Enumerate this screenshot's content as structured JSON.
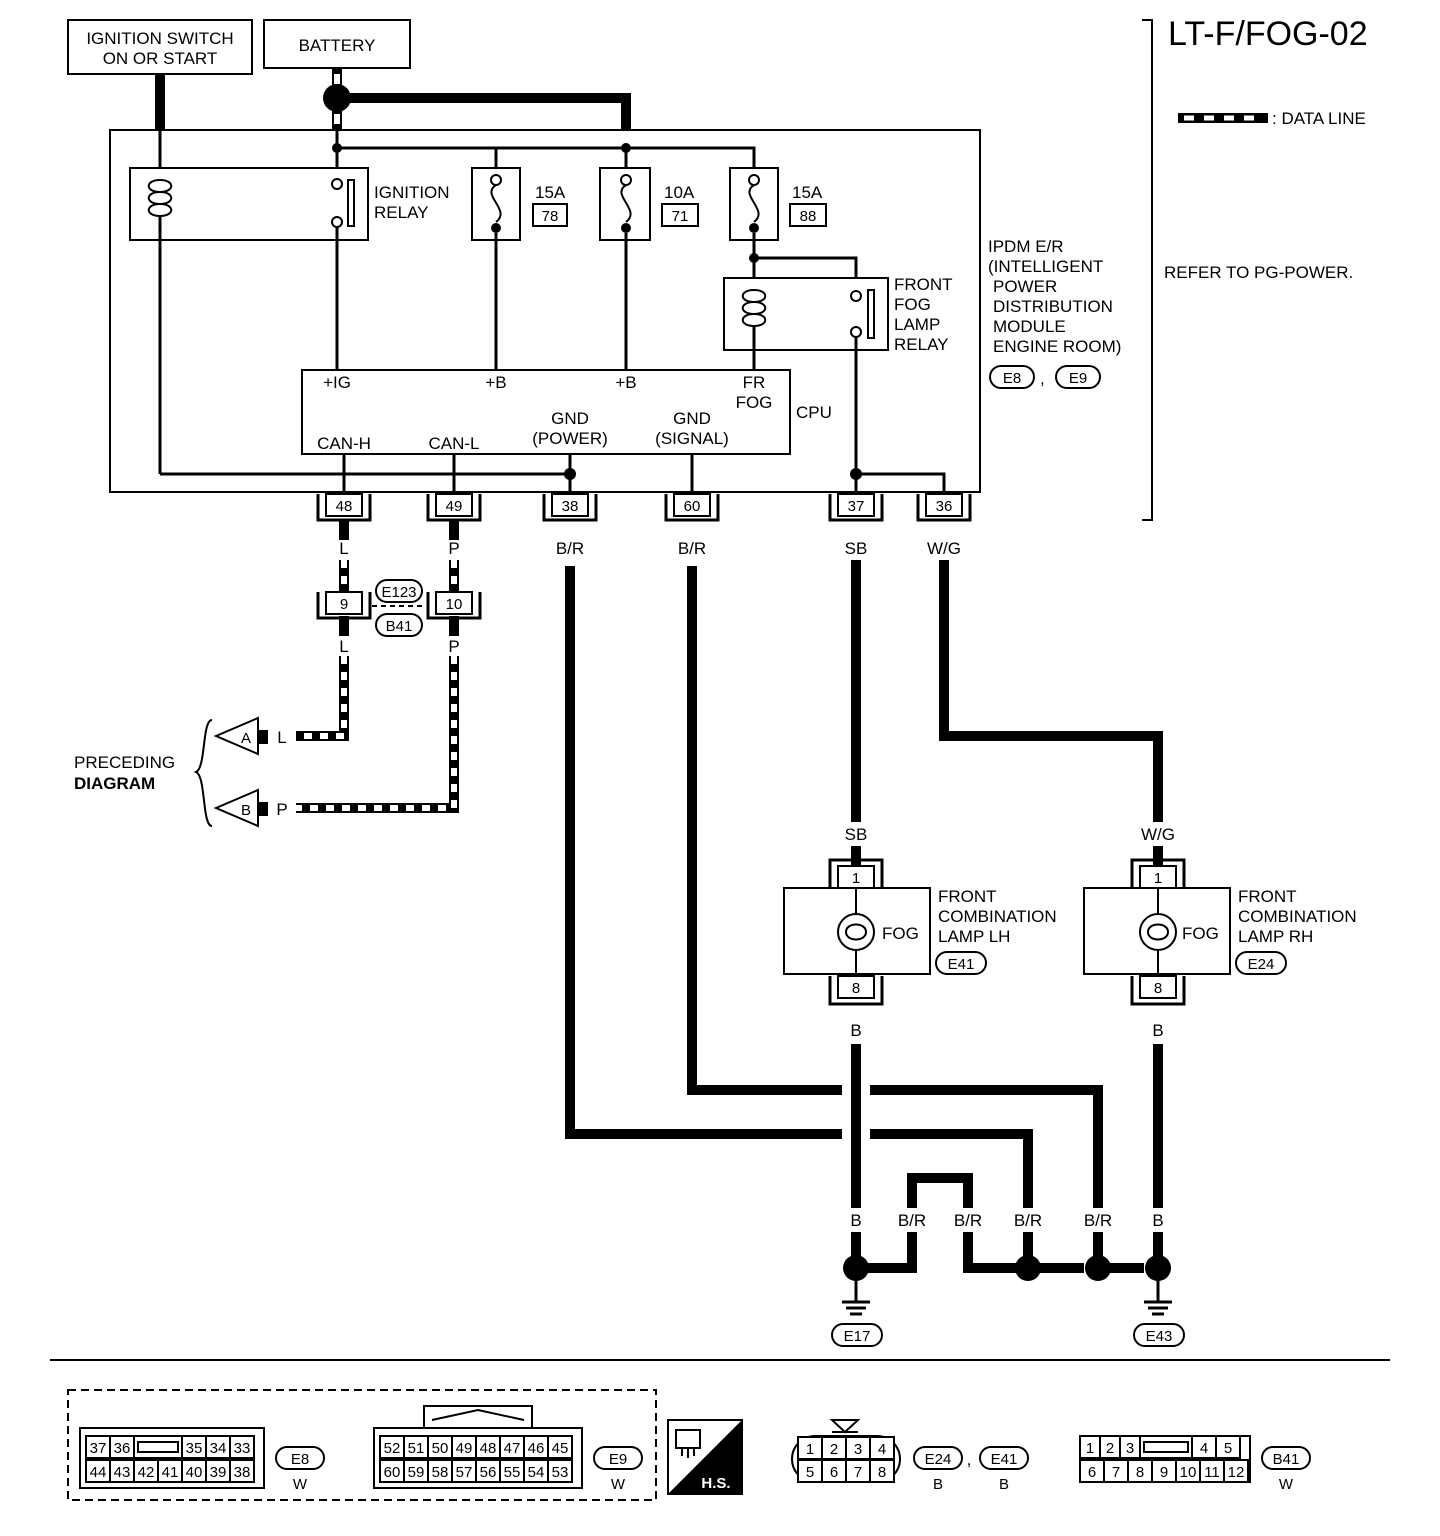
{
  "title": "LT-F/FOG-02",
  "legend": {
    "data_line": ": DATA LINE"
  },
  "refer": "REFER TO PG-POWER.",
  "supplies": {
    "ignition_switch_1": "IGNITION SWITCH",
    "ignition_switch_2": "ON OR START",
    "battery": "BATTERY"
  },
  "ipdm": {
    "line1": "IPDM E/R",
    "line2": "(INTELLIGENT",
    "line3": "POWER",
    "line4": "DISTRIBUTION",
    "line5": "MODULE",
    "line6": "ENGINE ROOM)",
    "conn1": "E8",
    "conn2": "E9",
    "sep": ","
  },
  "ignition_relay": {
    "line1": "IGNITION",
    "line2": "RELAY"
  },
  "fuses": [
    {
      "rating": "15A",
      "number": "78"
    },
    {
      "rating": "10A",
      "number": "71"
    },
    {
      "rating": "15A",
      "number": "88"
    }
  ],
  "fog_relay": {
    "line1": "FRONT",
    "line2": "FOG",
    "line3": "LAMP",
    "line4": "RELAY"
  },
  "cpu": {
    "label": "CPU",
    "ig": "+IG",
    "b1": "+B",
    "b2": "+B",
    "fr_fog_1": "FR",
    "fr_fog_2": "FOG",
    "gnd_power_1": "GND",
    "gnd_power_2": "(POWER)",
    "gnd_signal_1": "GND",
    "gnd_signal_2": "(SIGNAL)",
    "can_h": "CAN-H",
    "can_l": "CAN-L"
  },
  "ipdm_pins": [
    "48",
    "49",
    "38",
    "60",
    "37",
    "36"
  ],
  "wire_colors": {
    "w48": "L",
    "w49": "P",
    "w38": "B/R",
    "w60": "B/R",
    "w37": "SB",
    "w36": "W/G",
    "lower_l": "L",
    "lower_p": "P",
    "sb_lamp": "SB",
    "wg_lamp": "W/G",
    "b_lh": "B",
    "b_rh": "B",
    "ground": [
      "B",
      "B/R",
      "B/R",
      "B/R",
      "B/R",
      "B"
    ]
  },
  "joint_connector": {
    "pin_l": "9",
    "pin_p": "10",
    "conn1": "E123",
    "conn2": "B41"
  },
  "preceding": {
    "line1": "PRECEDING",
    "line2": "DIAGRAM",
    "a": "A",
    "b": "B",
    "wire_a": "L",
    "wire_b": "P"
  },
  "lamp_lh": {
    "pin_top": "1",
    "pin_bottom": "8",
    "fog": "FOG",
    "line1": "FRONT",
    "line2": "COMBINATION",
    "line3": "LAMP LH",
    "conn": "E41"
  },
  "lamp_rh": {
    "pin_top": "1",
    "pin_bottom": "8",
    "fog": "FOG",
    "line1": "FRONT",
    "line2": "COMBINATION",
    "line3": "LAMP RH",
    "conn": "E24"
  },
  "grounds": [
    "E17",
    "E43"
  ],
  "connector_views": {
    "e8": {
      "top": [
        "37",
        "36",
        "",
        "35",
        "34",
        "33"
      ],
      "bottom": [
        "44",
        "43",
        "42",
        "41",
        "40",
        "39",
        "38"
      ],
      "name": "E8",
      "color": "W"
    },
    "e9": {
      "top": [
        "52",
        "51",
        "50",
        "49",
        "48",
        "47",
        "46",
        "45"
      ],
      "bottom": [
        "60",
        "59",
        "58",
        "57",
        "56",
        "55",
        "54",
        "53"
      ],
      "name": "E9",
      "color": "W"
    },
    "hs": "H.S.",
    "e24": {
      "top": [
        "1",
        "2",
        "3",
        "4"
      ],
      "bottom": [
        "5",
        "6",
        "7",
        "8"
      ],
      "name1": "E24",
      "color1": "B",
      "name2": "E41",
      "color2": "B",
      "sep": ","
    },
    "b41": {
      "top": [
        "1",
        "2",
        "3",
        "",
        "4",
        "5"
      ],
      "bottom": [
        "6",
        "7",
        "8",
        "9",
        "10",
        "11",
        "12"
      ],
      "name": "B41",
      "color": "W"
    }
  }
}
